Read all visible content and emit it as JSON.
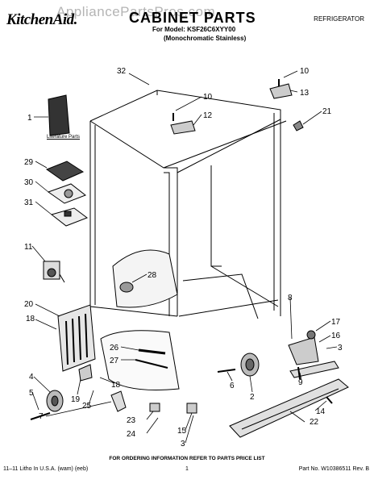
{
  "header": {
    "brand": "KitchenAid.",
    "title": "CABINET PARTS",
    "category": "REFRIGERATOR",
    "model_line": "For Model: KSF26C6XYY00",
    "variant_line": "(Monochromatic Stainless)",
    "watermark": "AppliancePartsPros.com"
  },
  "literature_label": "Literature Parts",
  "callouts": [
    "32",
    "10",
    "13",
    "10",
    "12",
    "21",
    "1",
    "29",
    "30",
    "31",
    "11",
    "28",
    "20",
    "18",
    "8",
    "17",
    "16",
    "3",
    "26",
    "27",
    "4",
    "18",
    "5",
    "19",
    "25",
    "7",
    "6",
    "2",
    "9",
    "23",
    "24",
    "15",
    "3",
    "14",
    "22"
  ],
  "footer": {
    "note": "FOR ORDERING INFORMATION REFER TO PARTS PRICE LIST",
    "left": "11–11 Litho In U.S.A. (wam) (eeb)",
    "center": "1",
    "right": "Part No. W10386511 Rev. B"
  }
}
